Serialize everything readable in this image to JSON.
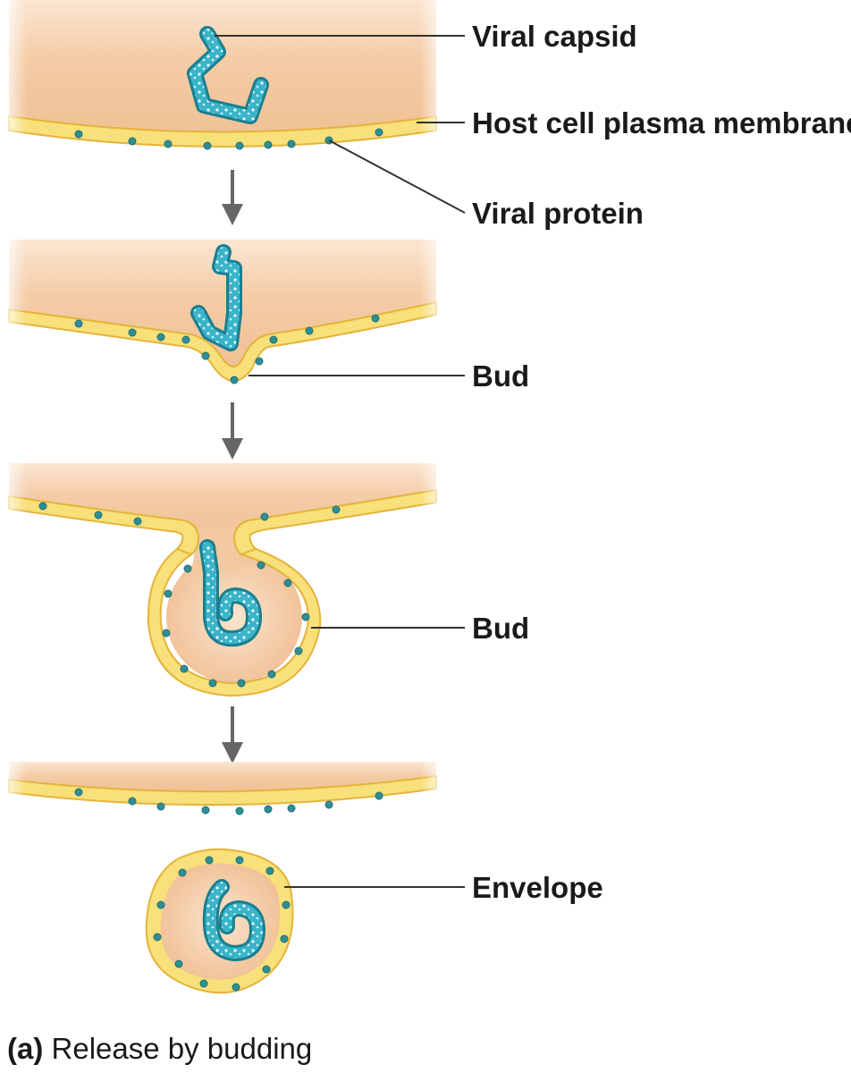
{
  "labels": {
    "viral_capsid": "Viral capsid",
    "host_membrane": "Host cell plasma membrane",
    "viral_protein": "Viral protein",
    "bud_1": "Bud",
    "bud_2": "Bud",
    "envelope": "Envelope"
  },
  "caption": {
    "letter": "(a)",
    "text": "Release by budding"
  },
  "colors": {
    "cytoplasm": "#f3c9a1",
    "cytoplasm_light": "#fbe8d6",
    "membrane_fill": "#f8e17a",
    "membrane_edge": "#e6b63b",
    "protein": "#2f8f95",
    "capsid": "#35b3c9",
    "capsid_edge": "#1b7f90",
    "arrow": "#666666",
    "leader": "#333333"
  }
}
